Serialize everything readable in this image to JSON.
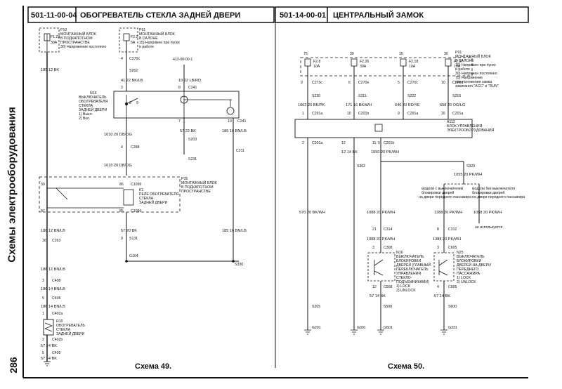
{
  "side_title": "Схемы электрооборудования",
  "page_number": "286",
  "left": {
    "code": "501-11-00-04",
    "title": "ОБОГРЕВАТЕЛЬ СТЕКЛА ЗАДНЕЙ ДВЕРИ",
    "caption": "Схема 49.",
    "labels": {
      "p10": "P10",
      "p10_desc1": "МОНТАЖНЫЙ БЛОК",
      "p10_desc2": "В ПОДКАПОТНОМ",
      "p10_desc3": "ПРОСТРАНСТВЕ",
      "p10_desc4": "30) Напряжение постоянно",
      "f123": "F1.23",
      "f123_amp": "30A",
      "p91": "P91",
      "p91_desc1": "МОНТАЖНЫЙ БЛОК",
      "p91_desc2": "В САЛОНЕ",
      "p91_desc3": "15) Напряжен при пуске",
      "p91_desc4": "и работе",
      "f22": "F2.2",
      "f22_amp": "5A",
      "ref413": "413-00-00-1",
      "w185_12bk": "185 12 BK",
      "n4": "4",
      "c270c": "C270c",
      "s262": "S262",
      "w41_22bklb": "41 22 BK/LB",
      "w19_22lbrd": "19 22 LB/RD",
      "n3": "3",
      "n8": "8",
      "c241": "C241",
      "n16": "N16",
      "n16_desc1": "ВЫКЛЮЧАТЕЛЬ",
      "n16_desc2": "ОБОГРЕВАТЕЛЯ",
      "n16_desc3": "СТЕКЛА",
      "n16_desc4": "ЗАДНЕЙ ДВЕРИ",
      "n16_desc5": "1) Выкл.",
      "n16_desc6": "2) Вкл.",
      "n2": "2",
      "n9": "9",
      "n7": "7",
      "n10": "10",
      "w1010_20dbog": "1010 20 DB/OG",
      "w57_22bk": "57 22 BK",
      "w185_16bnlb": "185 16 BN/LB",
      "s203": "S203",
      "n4b": "4",
      "c288": "C288",
      "c211": "C211",
      "s231": "S231",
      "w1010_20dbog2": "1010 20 DB/OG",
      "p35": "P35",
      "p35_desc1": "МОНТАЖНЫЙ БЛОК",
      "p35_desc2": "В ПОДКАПОТНОМ",
      "p35_desc3": "ПРОСТРАНСТВЕ",
      "k1": "K1",
      "k1_desc1": "РЕЛЕ ОБОГРЕВАТЕЛЯ",
      "k1_desc2": "СТЕКЛА",
      "k1_desc3": "ЗАДНЕЙ ДВЕРИ",
      "n30": "30",
      "n86": "86",
      "c1099": "C1099",
      "n87": "87",
      "n85": "85",
      "c1099b": "C1099",
      "w186_12bnlb": "186 12 BN/LB",
      "w57_20bk": "57 20 BK",
      "w185_16bnlb2": "185 16 BN/LB",
      "n16b": "16",
      "c263": "C263",
      "n9b": "9",
      "s131": "S131",
      "g104": "G104",
      "s330": "S330",
      "w186_12bnlb2": "186 12 BN/LB",
      "n3b": "3",
      "c408": "C408",
      "w186_14bnlb": "186 14 BN/LB",
      "n9c": "9",
      "c405": "C405",
      "w186_14bnlb2": "186 14 BN/LB",
      "n1": "1",
      "c402a": "C402a",
      "r10": "R10",
      "r10_desc1": "ОБОГРЕВАТЕЛЬ",
      "r10_desc2": "СТЕКЛА",
      "r10_desc3": "ЗАДНЕЙ ДВЕРИ",
      "n2b": "2",
      "c402b": "C402b",
      "w57_14bk": "57 14 BK",
      "n5": "5",
      "c405b": "C405",
      "w57_14bk2": "57 14 BK"
    }
  },
  "right": {
    "code": "501-14-00-01",
    "title": "ЦЕНТРАЛЬНЫЙ ЗАМОК",
    "caption": "Схема 50.",
    "labels": {
      "p91": "P91",
      "p91_desc1": "МОНТАЖНЫЙ БЛОК",
      "p91_desc2": "В САЛОНЕ",
      "p91_desc3": "15) Напряжен при пуске",
      "p91_desc4": "и работе",
      "p91_desc5": "30) Напряжен постоянно",
      "p91_desc6": "75) Напряжение",
      "p91_desc7": "при положении замка",
      "p91_desc8": "зажигания \"ACC\" и \"RUN\"",
      "pin75": "75",
      "pin30": "30",
      "pin15": "15",
      "pin30b": "30",
      "f28": "F2.8",
      "f28_amp": "10A",
      "f226": "F2.26",
      "f226_amp": "30A",
      "f218": "F2.18",
      "f218_amp": "10A",
      "f227": "F2.27",
      "f227_amp": "10A",
      "n9": "9",
      "c273c": "C273c",
      "n6": "6",
      "c270e": "C270e",
      "n5": "5",
      "c270c": "C270c",
      "n10": "10",
      "c270d": "C270d",
      "s230": "S230",
      "s311": "S311",
      "s222": "S222",
      "s216": "S216",
      "w1002": "1002 20 BK/PK",
      "w171": "171 16 BK/WH",
      "w640": "640 20 RD/YE",
      "w658": "658 20 OG/LG",
      "n1": "1",
      "c291a": "C291a",
      "n10b": "10",
      "c201b": "C201b",
      "n9b": "9",
      "c291a2": "C291a",
      "n16": "16",
      "c201a": "C201a",
      "a112": "A112",
      "a112_desc1": "БЛОК УПРАВЛЕНИЯ",
      "a112_desc2": "ЭЛЕКТРООБОРУДОВАНИЯ",
      "n2": "2",
      "c201a2": "C201a",
      "n12": "12",
      "n11": "11",
      "n5b": "5",
      "c201b2": "C201b",
      "w57_14bk": "12 14 BK",
      "w1050": "1050 20 PK/WH",
      "s302": "S302",
      "s320": "S320",
      "w1055": "1055 20 PK/WH",
      "note_left1": "модели с выключателем",
      "note_left2": "блокировки дверей",
      "note_left3": "на двери переднего пассажира",
      "note_right1": "модели без выключателя",
      "note_right2": "блокировки дверей",
      "note_right3": "на двери переднего пассажира",
      "w570": "570 20 BK/WH",
      "w1088": "1088 20 PK/WH",
      "w1388": "1388 20 PK/WH",
      "w1058": "1058 20 PK/WH",
      "not_used": "не используется",
      "n21": "21",
      "c314": "C314",
      "n8": "8",
      "c312": "C312",
      "w1088b": "1088 20 PK/WH",
      "w1388b": "1388 20 PK/WH",
      "n3": "3",
      "c308": "C308",
      "n3b": "3",
      "c605": "C605",
      "n16_2": "N16",
      "sw1_desc1": "ВЫКЛЮЧАТЕЛЬ",
      "sw1_desc2": "БЛОКИРОВКИ",
      "sw1_desc3": "ДВЕРЕЙ (ГЛАВНЫЙ",
      "sw1_desc4": "ПЕРЕКЛЮЧАТЕЛЬ",
      "sw1_desc5": "УПРАВЛЕНИЯ",
      "sw1_desc6": "СТЕКЛО-",
      "sw1_desc7": "ПОДЪЕМНИКАМИ)",
      "sw1_desc8": "1) LOCK",
      "sw1_desc9": "2) UNLOCK",
      "n25": "N25",
      "sw2_desc1": "ВЫКЛЮЧАТЕЛЬ",
      "sw2_desc2": "БЛОКИРОВКИ",
      "sw2_desc3": "ДВЕРЕЙ НА ДВЕРИ",
      "sw2_desc4": "ПЕРЕДНЕГО",
      "sw2_desc5": "ПАССАЖИРА",
      "sw2_desc6": "1) LOCK",
      "sw2_desc7": "2) UNLOCK",
      "n12b": "12",
      "c508": "C508",
      "n4": "4",
      "c605b": "C605",
      "w57_14bk2": "57 14 BK",
      "w57_14bk3": "57 14 BK",
      "s205": "S205",
      "s500": "S500",
      "s600": "S600",
      "g201": "G201",
      "g301": "G301",
      "g501": "G501",
      "g331": "G331"
    }
  }
}
